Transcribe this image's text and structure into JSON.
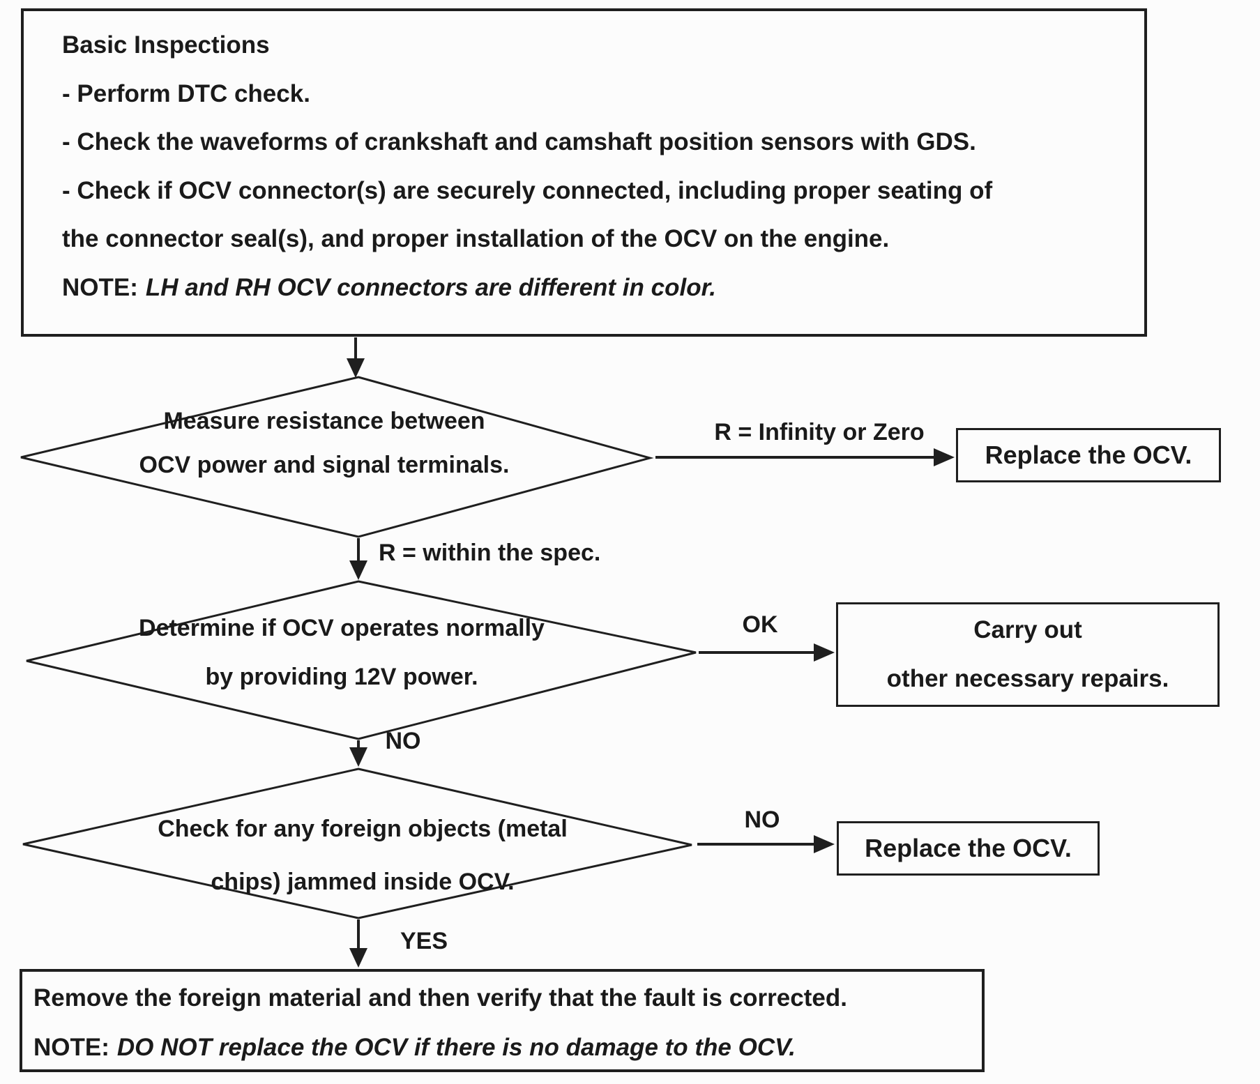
{
  "colors": {
    "ink": "#1a1a1a",
    "background": "#fcfcfc"
  },
  "flowchart": {
    "start_box": {
      "lines": [
        "Basic Inspections",
        "- Perform DTC check.",
        "- Check the waveforms of crankshaft and camshaft position sensors with GDS.",
        "- Check if OCV connector(s) are securely connected, including proper seating of",
        "the connector seal(s), and proper installation of the OCV on the engine."
      ],
      "note_label": "NOTE:",
      "note_text": "LH and RH OCV connectors are different in color."
    },
    "decision1": {
      "lines": [
        "Measure resistance between",
        "OCV power and signal terminals."
      ],
      "branch_right": {
        "label": "R = Infinity or Zero",
        "target": "Replace the OCV."
      },
      "branch_down": {
        "label": "R = within the spec."
      }
    },
    "decision2": {
      "lines": [
        "Determine if OCV operates normally",
        "by providing 12V power."
      ],
      "branch_right": {
        "label": "OK",
        "target_lines": [
          "Carry out",
          "other necessary repairs."
        ]
      },
      "branch_down": {
        "label": "NO"
      }
    },
    "decision3": {
      "lines": [
        "Check for any foreign objects (metal",
        "chips) jammed inside OCV."
      ],
      "branch_right": {
        "label": "NO",
        "target": "Replace the OCV."
      },
      "branch_down": {
        "label": "YES"
      }
    },
    "end_box": {
      "line1": "Remove the foreign material and then verify that the fault is corrected.",
      "note_label": "NOTE:",
      "note_text": "DO NOT replace the OCV if there is no damage to the OCV."
    }
  }
}
